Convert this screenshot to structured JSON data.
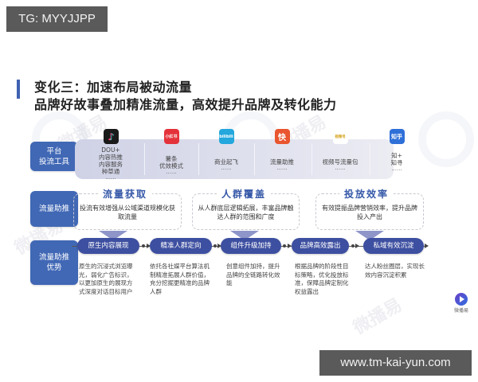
{
  "badges": {
    "top_left": "TG: MYYJJPP",
    "bottom_right": "www.tm-kai-yun.com"
  },
  "header": {
    "title_line_1": "变化三：加速布局被动流量",
    "title_line_2": "品牌好故事叠加精准流量，高效提升品牌及转化能力",
    "accent_color": "#3f62b2"
  },
  "watermark_text": "微播易",
  "rows": {
    "platform_tools": "平台\n投流工具",
    "traffic_boost": "流量助推",
    "traffic_boost_advantage": "流量助推\n优势"
  },
  "platforms": [
    {
      "icon": "douyin-icon",
      "icon_label": "♪",
      "icon_color": "#1a1a1a",
      "lines": [
        "DOU+",
        "内容热推",
        "内容服务",
        "种草通"
      ],
      "more": "......"
    },
    {
      "icon": "xiaohongshu-icon",
      "icon_label": "小红书",
      "icon_color": "#e4323a",
      "lines": [
        "薯条",
        "优效模式"
      ],
      "more": "......"
    },
    {
      "icon": "bilibili-icon",
      "icon_label": "bilibili",
      "icon_color": "#23a7dc",
      "lines": [
        "商业起飞"
      ],
      "more": "......"
    },
    {
      "icon": "kuaishou-icon",
      "icon_label": "快",
      "icon_color": "#e9552f",
      "lines": [
        "流量助推"
      ],
      "more": "......"
    },
    {
      "icon": "shipinhao-icon",
      "icon_label": "视频号",
      "icon_color": "#f2c94c",
      "lines": [
        "视频号流量包"
      ],
      "more": "......"
    },
    {
      "icon": "zhihu-icon",
      "icon_label": "知乎",
      "icon_color": "#2f6fd8",
      "lines": [
        "知+",
        "知寻"
      ],
      "more": "......"
    }
  ],
  "benefits": [
    {
      "title": "流量获取",
      "text": "投流有效增强从公域渠道规模化获取流量"
    },
    {
      "title": "人群覆盖",
      "text": "从人群底层逻辑拓展，丰富品牌触达人群的范围和广度"
    },
    {
      "title": "投放效率",
      "text": "有效提振品牌营销效率，提升品牌投入产出"
    }
  ],
  "flow_steps": [
    {
      "label": "原生内容展现",
      "desc": "原生的沉浸式浏览曝光，弱化广告标识，以更加原生的展现方式深度对话目标用户"
    },
    {
      "label": "精准人群定向",
      "desc": "依托各社媒平台算法机制精准拓展人群价值，充分挖掘更精准的品牌人群"
    },
    {
      "label": "组件升级加持",
      "desc": "创意组件加持，提升品牌的全链路转化效能"
    },
    {
      "label": "品牌高效露出",
      "desc": "根据品牌的阶段性目标策略，优化投放标准，保障品牌定制化权益露出"
    },
    {
      "label": "私域有效沉淀",
      "desc": "达人粉丝圈层，实现长效内容沉淀积累"
    }
  ],
  "logo": {
    "text": "微播易"
  }
}
